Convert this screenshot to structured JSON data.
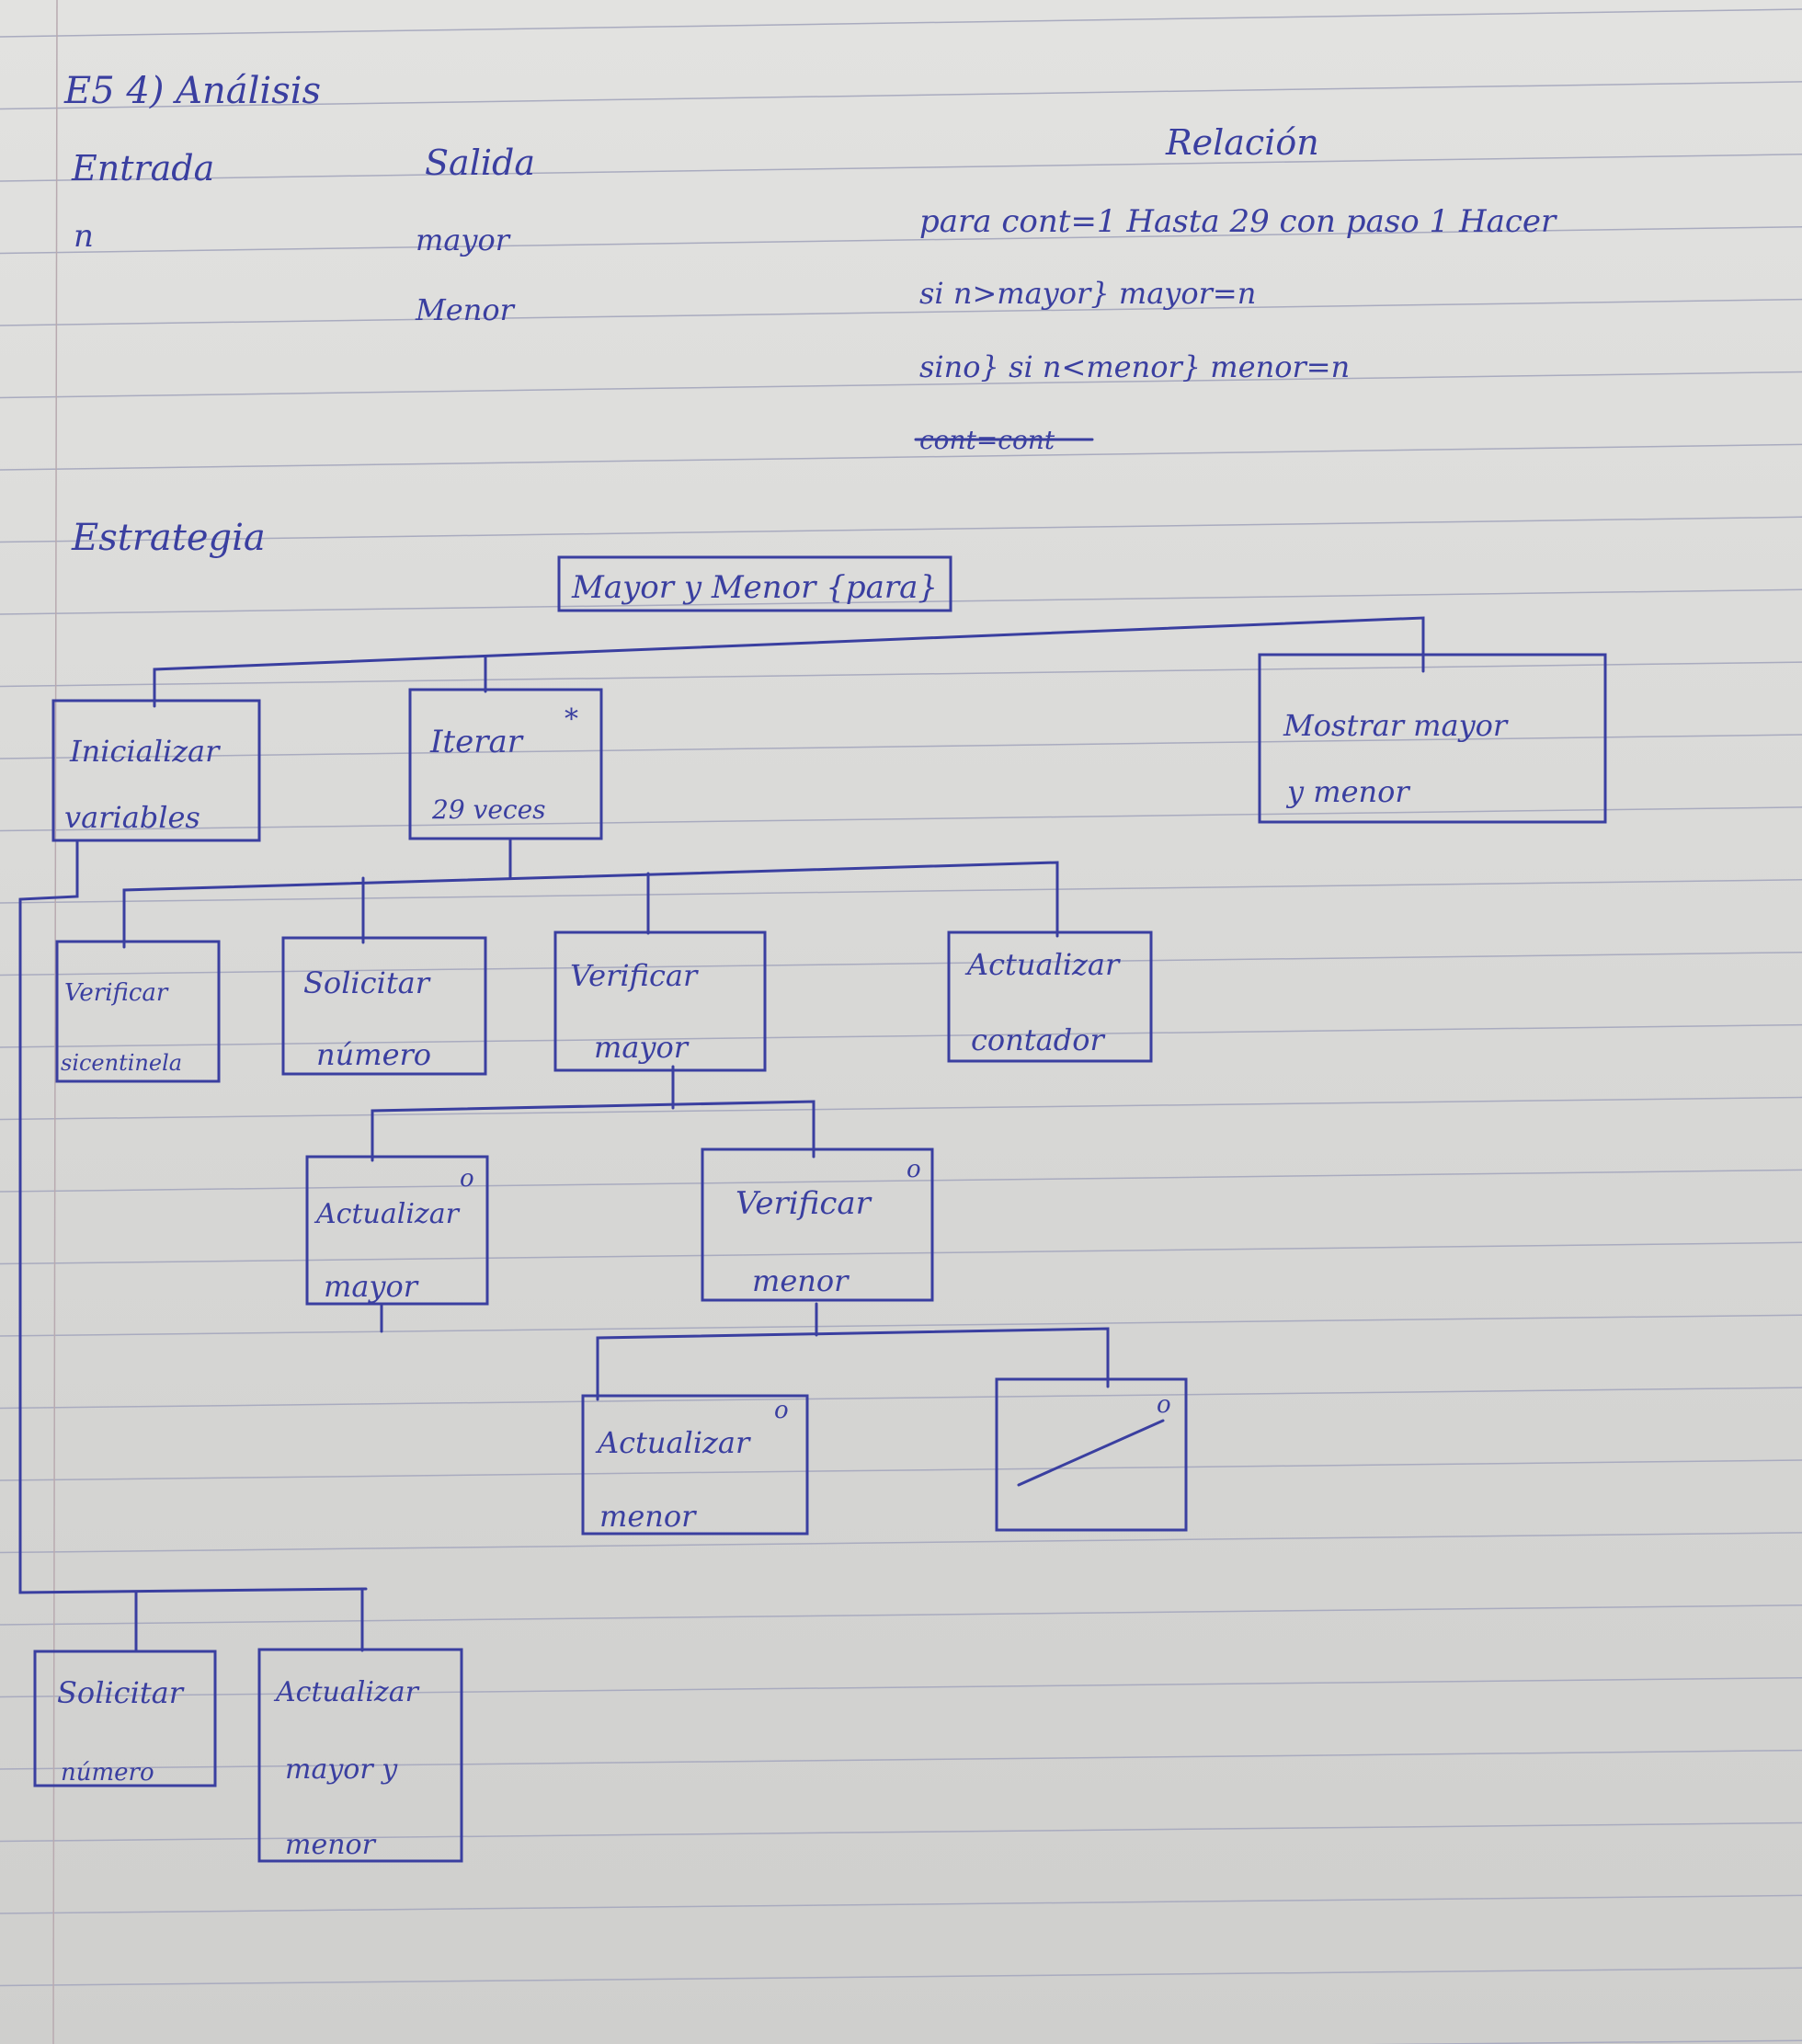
{
  "analysis": {
    "title": "E5 4) Análisis",
    "input_header": "Entrada",
    "input_items": [
      "n"
    ],
    "output_header": "Salida",
    "output_items": [
      "mayor",
      "Menor"
    ],
    "relation_header": "Relación",
    "relation_lines": [
      "para cont=1 Hasta 29 con paso 1 Hacer",
      "si n>mayor} mayor=n",
      "sino} si n<menor} menor=n"
    ],
    "struck_text": "cont=cont"
  },
  "strategy": {
    "title": "Estrategia",
    "root": "Mayor y Menor {para}",
    "level1": {
      "init": [
        "Inicializar",
        "variables"
      ],
      "iterate": [
        "Iterar",
        "29 veces"
      ],
      "iterate_mark": "*",
      "show": [
        "Mostrar mayor",
        "y menor"
      ]
    },
    "level2": {
      "check_sentinel": [
        "Verificar",
        "sicentinela"
      ],
      "request_number": [
        "Solicitar",
        "número"
      ],
      "check_max": [
        "Verificar",
        "mayor"
      ],
      "update_counter": [
        "Actualizar",
        "contador"
      ]
    },
    "level3": {
      "update_max": [
        "Actualizar",
        "mayor"
      ],
      "update_max_mark": "o",
      "check_min": [
        "Verificar",
        "menor"
      ],
      "check_min_mark": "o"
    },
    "level4": {
      "update_min": [
        "Actualizar",
        "menor"
      ],
      "update_min_mark": "o",
      "empty_mark": "o"
    },
    "init_children": {
      "request_number": [
        "Solicitar",
        "número"
      ],
      "update_both": [
        "Actualizar",
        "mayor y",
        "menor"
      ]
    }
  }
}
